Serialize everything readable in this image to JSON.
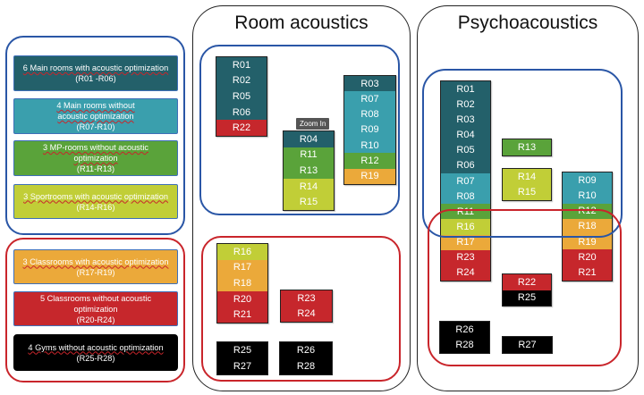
{
  "legend": {
    "groups": [
      {
        "frame": "blue",
        "items": [
          {
            "line1": "6 Main rooms with acoustic optimization",
            "line2": "(R01 -R06)",
            "color": "#23606a"
          },
          {
            "line1": "4 Main rooms without",
            "line1b": "acoustic optimization",
            "line2": "(R07-R10)",
            "color": "#3a9fad"
          },
          {
            "line1": "3 MP-rooms without acoustic",
            "line1b": "optimization",
            "line2": "(R11-R13)",
            "color": "#5aa33a"
          },
          {
            "line1": "3 Sportrooms with acoustic optimization",
            "line2": "(R14-R16)",
            "color": "#c1ce37"
          }
        ]
      },
      {
        "frame": "red",
        "items": [
          {
            "line1": "3 Classrooms with acoustic optimization",
            "line2": "(R17-R19)",
            "color": "#eba93a"
          },
          {
            "line1": "5 Classrooms without acoustic",
            "line1b": "optimization",
            "line2": "(R20-R24)",
            "color": "#c6272c"
          },
          {
            "line1": "4 Gyms without acoustic optimization",
            "line2": "(R25-R28)",
            "color": "#000000"
          }
        ]
      }
    ]
  },
  "colors": {
    "blue_frame": "#2a56a6",
    "red_frame": "#c9252b",
    "R01-R06": "#23606a",
    "R07-R10": "#3a9fad",
    "R11-R13": "#5aa33a",
    "R14-R16": "#c1ce37",
    "R17-R19": "#eba93a",
    "R20-R24": "#c6272c",
    "R25-R28": "#000000"
  },
  "room_acoustics": {
    "title": "Room acoustics",
    "tooltip": "Zoom In",
    "clusters": [
      {
        "rooms": [
          "R01",
          "R02",
          "R05",
          "R06",
          "R22"
        ]
      },
      {
        "rooms": [
          "R04",
          "R11",
          "R13",
          "R14",
          "R15"
        ]
      },
      {
        "rooms": [
          "R03",
          "R07",
          "R08",
          "R09",
          "R10",
          "R12",
          "R19"
        ]
      },
      {
        "rooms": [
          "R16",
          "R17",
          "R18",
          "R20",
          "R21"
        ]
      },
      {
        "rooms": [
          "R23",
          "R24"
        ]
      },
      {
        "rooms": [
          "R25",
          "R27"
        ]
      },
      {
        "rooms": [
          "R26",
          "R28"
        ]
      }
    ]
  },
  "psychoacoustics": {
    "title": "Psychoacoustics",
    "clusters": [
      {
        "rooms": [
          "R01",
          "R02",
          "R03",
          "R04",
          "R05",
          "R06",
          "R07",
          "R08",
          "R11",
          "R16",
          "R17",
          "R23",
          "R24"
        ]
      },
      {
        "rooms": [
          "R13"
        ]
      },
      {
        "rooms": [
          "R14",
          "R15"
        ]
      },
      {
        "rooms": [
          "R09",
          "R10",
          "R12",
          "R18",
          "R19",
          "R20",
          "R21"
        ]
      },
      {
        "rooms": [
          "R22",
          "R25"
        ]
      },
      {
        "rooms": [
          "R26",
          "R28"
        ]
      },
      {
        "rooms": [
          "R27"
        ]
      }
    ]
  }
}
